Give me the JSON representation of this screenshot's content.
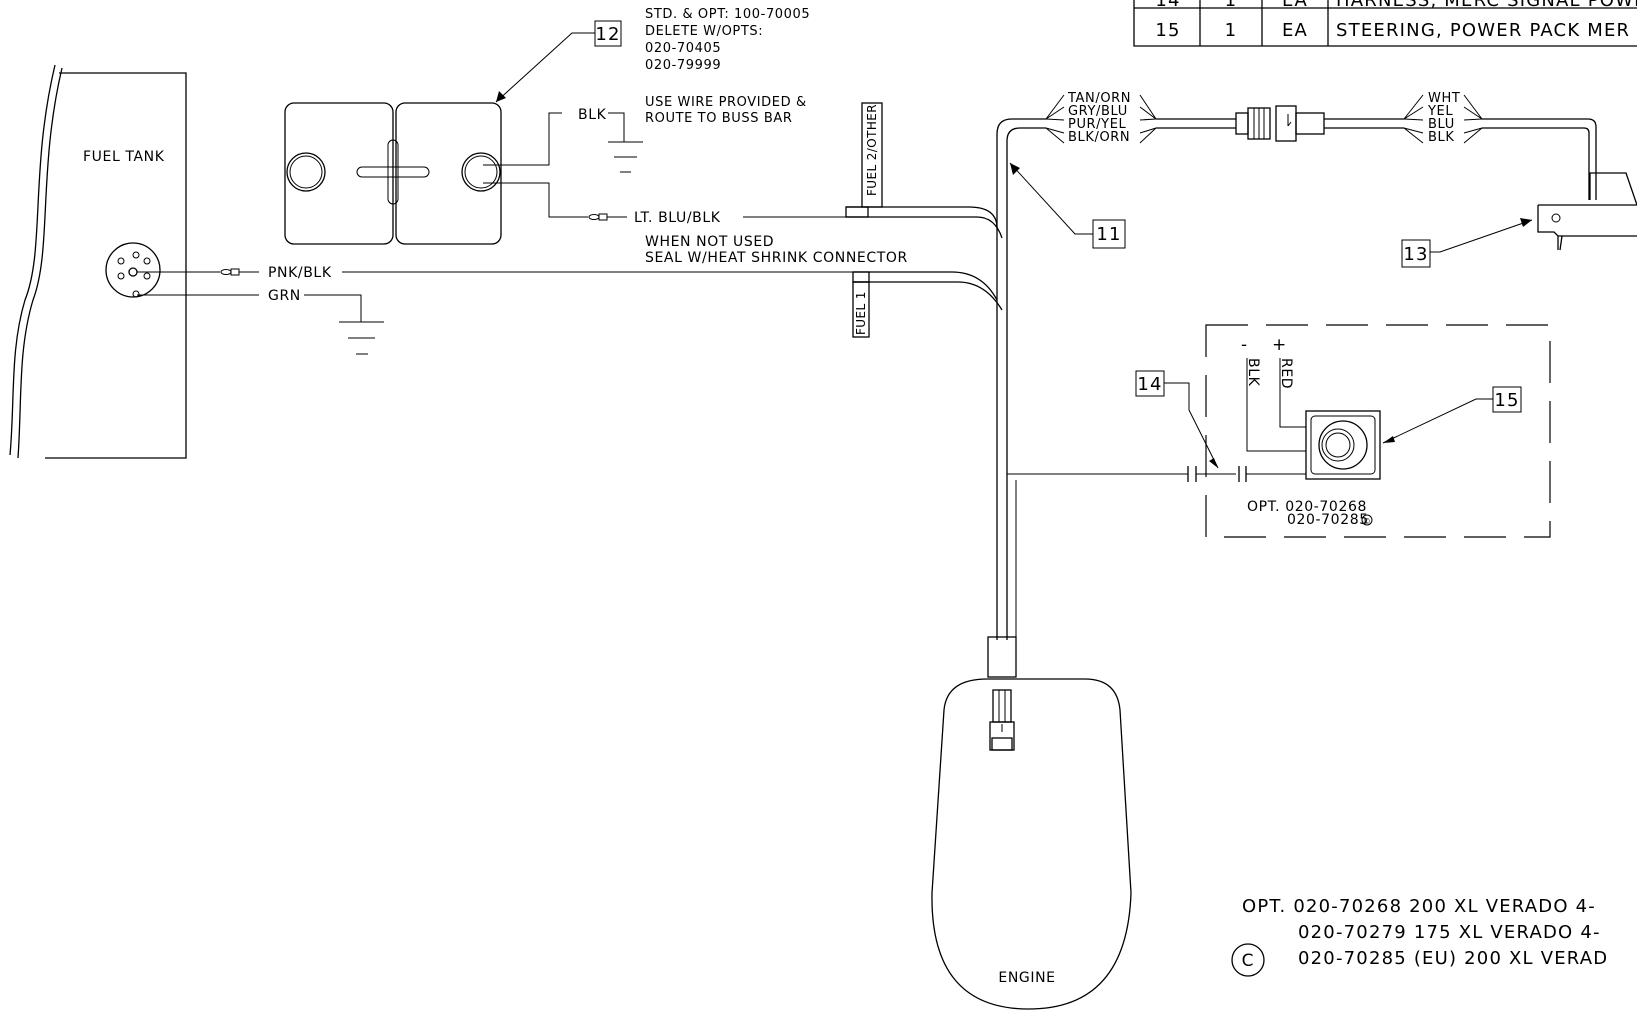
{
  "parts_table": {
    "rows": [
      {
        "item": "14",
        "qty": "1",
        "unit": "EA",
        "description": "HARNESS, MERC SIGNAL POWER"
      },
      {
        "item": "15",
        "qty": "1",
        "unit": "EA",
        "description": "STEERING, POWER PACK MER"
      }
    ]
  },
  "fuel_tank": {
    "label": "FUEL TANK"
  },
  "sender_wires": {
    "signal": "PNK/BLK",
    "ground": "GRN"
  },
  "callouts": {
    "c11": "11",
    "c12": "12",
    "c13": "13",
    "c14": "14",
    "c15": "15"
  },
  "item12_note": {
    "line1": "STD. & OPT: 100-70005",
    "line2": "DELETE W/OPTS:",
    "line3": "020-70405",
    "line4": "020-79999"
  },
  "gauge_wires": {
    "ground": "BLK",
    "ground_note_1": "USE WIRE PROVIDED &",
    "ground_note_2": "ROUTE TO BUSS BAR",
    "signal": "LT. BLU/BLK"
  },
  "unused_note": {
    "line1": "WHEN NOT USED",
    "line2": "SEAL W/HEAT SHRINK CONNECTOR"
  },
  "harness_labels": {
    "fuel2": "FUEL 2/OTHER",
    "fuel1": "FUEL 1"
  },
  "connector_left_wires": [
    "TAN/ORN",
    "GRY/BLU",
    "PUR/YEL",
    "BLK/ORN"
  ],
  "connector_right_wires": [
    "WHT",
    "YEL",
    "BLU",
    "BLK"
  ],
  "power_pack": {
    "neg": "-",
    "pos": "+",
    "neg_wire": "BLK",
    "pos_wire": "RED",
    "opt_line1": "OPT. 020-70268",
    "opt_line2": "020-70285",
    "opt_mark": "©"
  },
  "engine": {
    "label": "ENGINE"
  },
  "options_list": {
    "line1": "OPT. 020-70268 200 XL VERADO 4-",
    "line2": "020-70279 175 XL VERADO 4-",
    "line3": "020-70285 (EU) 200 XL VERAD",
    "mark": "C"
  }
}
